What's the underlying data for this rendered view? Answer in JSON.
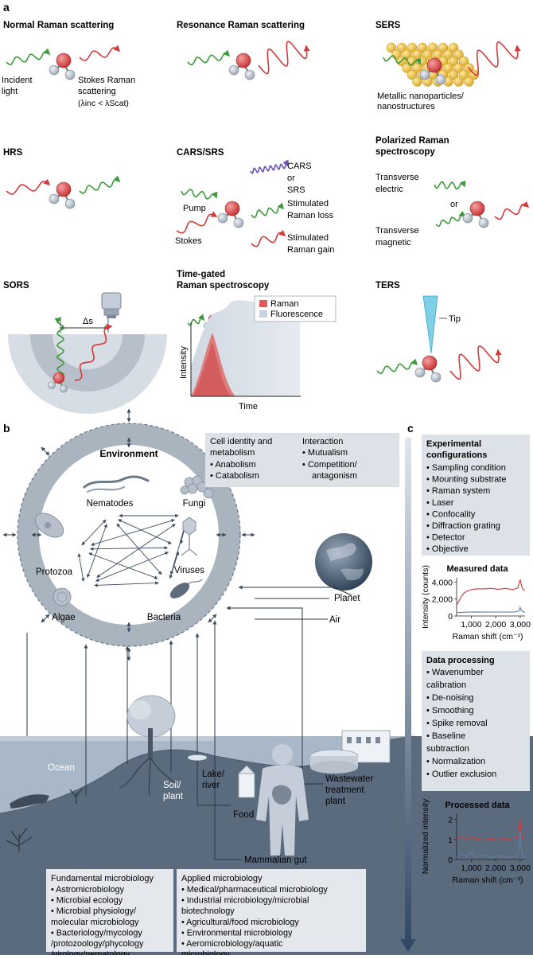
{
  "panel_a": {
    "label": "a",
    "normal": {
      "title": "Normal Raman scattering",
      "incident": [
        "Incident",
        "light"
      ],
      "stokes": [
        "Stokes Raman",
        "scattering",
        "(λinc < λScat)"
      ]
    },
    "resonance": {
      "title": "Resonance Raman scattering"
    },
    "sers": {
      "title": "SERS",
      "note": [
        "Metallic nanoparticles/",
        "nanostructures"
      ]
    },
    "hrs": {
      "title": "HRS"
    },
    "cars": {
      "title": "CARS/SRS",
      "pump": "Pump",
      "stokes": "Stokes",
      "cars_lines": [
        "CARS",
        "or",
        "SRS"
      ],
      "loss": [
        "Stimulated",
        "Raman loss"
      ],
      "gain": [
        "Stimulated",
        "Raman gain"
      ]
    },
    "polarized": {
      "title": [
        "Polarized Raman",
        "spectroscopy"
      ],
      "te": [
        "Transverse",
        "electric"
      ],
      "or": "or",
      "tm": [
        "Transverse",
        "magnetic"
      ]
    },
    "sors": {
      "title": "SORS",
      "delta": "Δs"
    },
    "timegated": {
      "title": [
        "Time-gated",
        "Raman spectroscopy"
      ],
      "legend_raman": "Raman",
      "legend_fluor": "Fluorescence",
      "ylabel": "Intensity",
      "xlabel": "Time"
    },
    "ters": {
      "title": "TERS",
      "tip": "Tip"
    }
  },
  "panel_b": {
    "label": "b",
    "environment": "Environment",
    "organisms": [
      "Nematodes",
      "Fungi",
      "Protozoa",
      "Viruses",
      "Algae",
      "Bacteria"
    ],
    "box_cell": {
      "title": [
        "Cell identity and",
        "metabolism"
      ],
      "items": [
        "Anabolism",
        "Catabolism"
      ]
    },
    "box_interaction": {
      "title": "Interaction",
      "items": [
        "Mutualism",
        "Competition/",
        "antagonism"
      ]
    },
    "habitats": {
      "planet": "Planet",
      "air": "Air",
      "ocean": "Ocean",
      "soil": [
        "Soil/",
        "plant"
      ],
      "lake": [
        "Lake/",
        "river"
      ],
      "food": "Food",
      "gut": "Mammalian gut",
      "wastewater": [
        "Wastewater",
        "treatment",
        "plant"
      ]
    },
    "fundamental": {
      "title": "Fundamental microbiology",
      "items": [
        "• Astromicrobiology",
        "• Microbial ecology",
        "• Microbial physiology/",
        "  molecular microbiology",
        "• Bacteriology/mycology",
        "  /protozoology/phycology",
        "  /virology/nematology"
      ]
    },
    "applied": {
      "title": "Applied microbiology",
      "items": [
        "• Medical/pharmaceutical microbiology",
        "• Industrial microbiology/microbial",
        "  biotechnology",
        "• Agricultural/food microbiology",
        "• Environmental microbiology",
        "• Aeromicrobiology/aquatic",
        "  microbiology"
      ]
    }
  },
  "panel_c": {
    "label": "c",
    "exp": {
      "title": [
        "Experimental",
        "configurations"
      ],
      "items": [
        "• Sampling condition",
        "• Mounting substrate",
        "• Raman system",
        "• Laser",
        "• Confocality",
        "• Diffraction grating",
        "• Detector",
        "• Objective"
      ]
    },
    "measured_title": "Measured data",
    "processing": {
      "title": "Data processing",
      "items": [
        "• Wavenumber",
        "  calibration",
        "• De-noising",
        "   • Smoothing",
        "   • Spike removal",
        "• Baseline",
        "  subtraction",
        "• Normalization",
        "• Outlier exclusion"
      ]
    },
    "processed_title": "Processed data",
    "charts": [
      {
        "type": "line",
        "title": "Measured data",
        "ylabel": "Intensity (counts)",
        "xlabel": "Raman shift (cm⁻¹)",
        "yticks": [
          "0",
          "2,000",
          "4,000"
        ],
        "xticks": [
          "1,000",
          "2,000",
          "3,000"
        ],
        "xlim": [
          400,
          3200
        ],
        "ylim": [
          0,
          4500
        ],
        "series": [
          {
            "color": "#d03a3a",
            "x": [
              400,
              500,
              600,
              700,
              800,
              1000,
              1200,
              1500,
              1800,
              2100,
              2400,
              2700,
              2900,
              2950,
              3000,
              3050,
              3100,
              3200
            ],
            "y": [
              1300,
              1800,
              2300,
              2700,
              2900,
              3100,
              3200,
              3200,
              3250,
              3150,
              3250,
              3100,
              3300,
              3800,
              4300,
              3600,
              3200,
              3000
            ]
          },
          {
            "color": "#5e7fa3",
            "x": [
              400,
              800,
              1200,
              1600,
              2000,
              2400,
              2800,
              2950,
              3000,
              3050,
              3200
            ],
            "y": [
              400,
              450,
              480,
              460,
              470,
              460,
              470,
              600,
              1000,
              600,
              450
            ]
          }
        ]
      },
      {
        "type": "line",
        "title": "Processed data",
        "ylabel": "Normalized intensity",
        "xlabel": "Raman shift (cm⁻¹)",
        "yticks": [
          "0",
          "1",
          "2"
        ],
        "xticks": [
          "1,000",
          "2,000",
          "3,000"
        ],
        "xlim": [
          400,
          3200
        ],
        "ylim": [
          0,
          2.3
        ],
        "series": [
          {
            "color": "#d03a3a",
            "x": [
              400,
              600,
              800,
              1000,
              1200,
              1500,
              1800,
              2100,
              2400,
              2700,
              2900,
              2960,
              3000,
              3040,
              3100,
              3200
            ],
            "y": [
              1.05,
              1.15,
              1.0,
              1.1,
              1.0,
              1.05,
              1.0,
              1.05,
              1.0,
              1.05,
              1.1,
              1.6,
              2.0,
              1.4,
              1.05,
              1.0
            ]
          },
          {
            "color": "#5e7fa3",
            "x": [
              400,
              600,
              800,
              1000,
              1200,
              1500,
              1800,
              2100,
              2400,
              2700,
              2900,
              2960,
              3000,
              3040,
              3100,
              3200
            ],
            "y": [
              0.1,
              0.3,
              0.15,
              0.35,
              0.1,
              0.25,
              0.1,
              0.2,
              0.1,
              0.15,
              0.2,
              0.8,
              1.4,
              0.6,
              0.15,
              0.1
            ]
          }
        ]
      }
    ]
  }
}
